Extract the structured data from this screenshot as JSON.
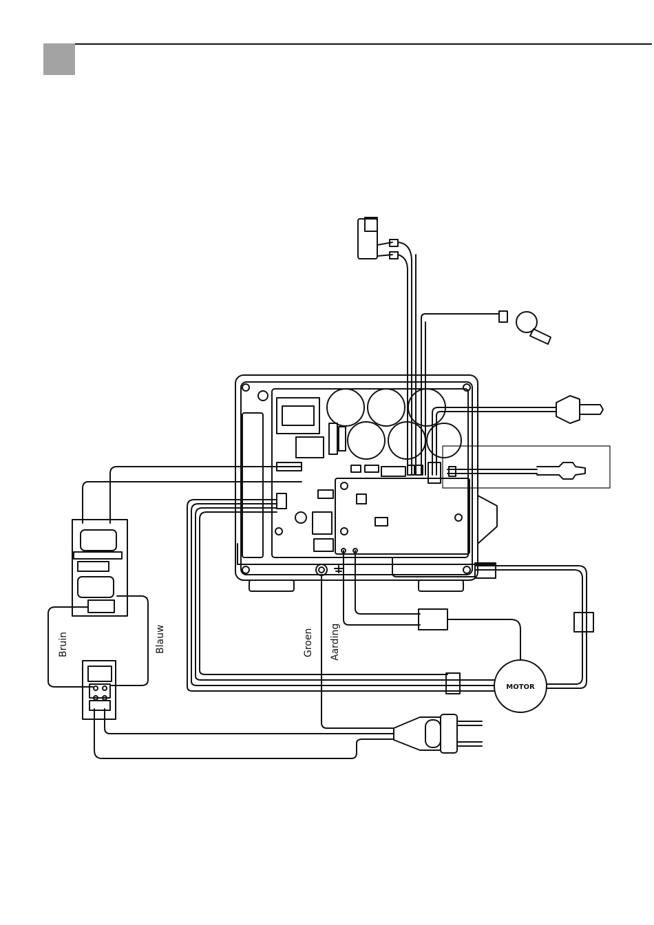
{
  "labels": {
    "bruin": "Bruin",
    "blauw": "Blauw",
    "groen": "Groen",
    "aarding": "Aarding",
    "motor": "MOTOR"
  }
}
